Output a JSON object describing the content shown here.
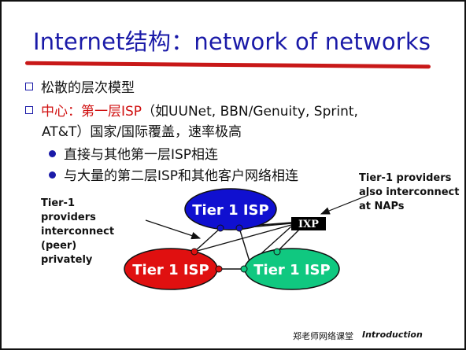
{
  "title": "Internet结构：network of networks",
  "bullets": {
    "b1": "松散的层次模型",
    "b2_red": "中心：第一层ISP",
    "b2_rest": "（如UUNet, BBN/Genuity, Sprint,",
    "b2_line2": "AT&T）国家/国际覆盖，速率极高",
    "sub1": "直接与其他第一层ISP相连",
    "sub2": "与大量的第二层ISP和其他客户网络相连"
  },
  "diagram": {
    "isp_top": "Tier 1 ISP",
    "isp_left": "Tier 1 ISP",
    "isp_right": "Tier 1 ISP",
    "ixp": "IXP",
    "note_left": [
      "Tier-1",
      "providers",
      "interconnect",
      "(peer)",
      "privately"
    ],
    "note_right": [
      "Tier-1 providers",
      "also interconnect",
      "at NAPs"
    ],
    "colors": {
      "top": "#1010d0",
      "left": "#e01010",
      "right": "#10c880"
    }
  },
  "footer": {
    "cn": "郑老师网络课堂",
    "en": "Introduction"
  }
}
